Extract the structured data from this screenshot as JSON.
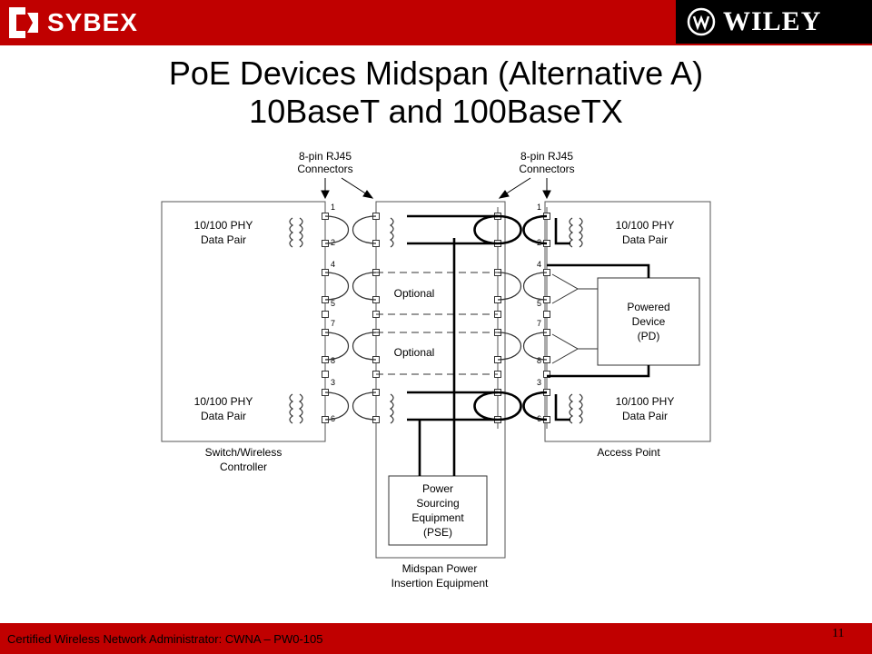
{
  "header": {
    "left_logo": "SYBEX",
    "right_logo": "WILEY",
    "left_logo_icon": "sybex-logo-icon",
    "right_logo_icon": "wiley-logo-icon"
  },
  "title": {
    "line1": "PoE Devices Midspan (Alternative A)",
    "line2": "10BaseT and 100BaseTX"
  },
  "diagram": {
    "connectors_left": [
      "8-pin RJ45",
      "Connectors"
    ],
    "connectors_right": [
      "8-pin RJ45",
      "Connectors"
    ],
    "phy_left_top": [
      "10/100 PHY",
      "Data Pair"
    ],
    "phy_left_bottom": [
      "10/100 PHY",
      "Data Pair"
    ],
    "phy_right_top": [
      "10/100 PHY",
      "Data Pair"
    ],
    "phy_right_bottom": [
      "10/100 PHY",
      "Data Pair"
    ],
    "optional_1": "Optional",
    "optional_2": "Optional",
    "powered_device": [
      "Powered",
      "Device",
      "(PD)"
    ],
    "pse": [
      "Power",
      "Sourcing",
      "Equipment",
      "(PSE)"
    ],
    "midspan": [
      "Midspan Power",
      "Insertion Equipment"
    ],
    "switch": [
      "Switch/Wireless",
      "Controller"
    ],
    "access_point": "Access Point",
    "pins_left": [
      "1",
      "2",
      "4",
      "5",
      "7",
      "8",
      "3",
      "6"
    ],
    "pins_right": [
      "1",
      "2",
      "4",
      "5",
      "7",
      "8",
      "3",
      "6"
    ]
  },
  "footer": {
    "text": "Certified Wireless Network Administrator: CWNA – PW0-105",
    "page": "11"
  }
}
